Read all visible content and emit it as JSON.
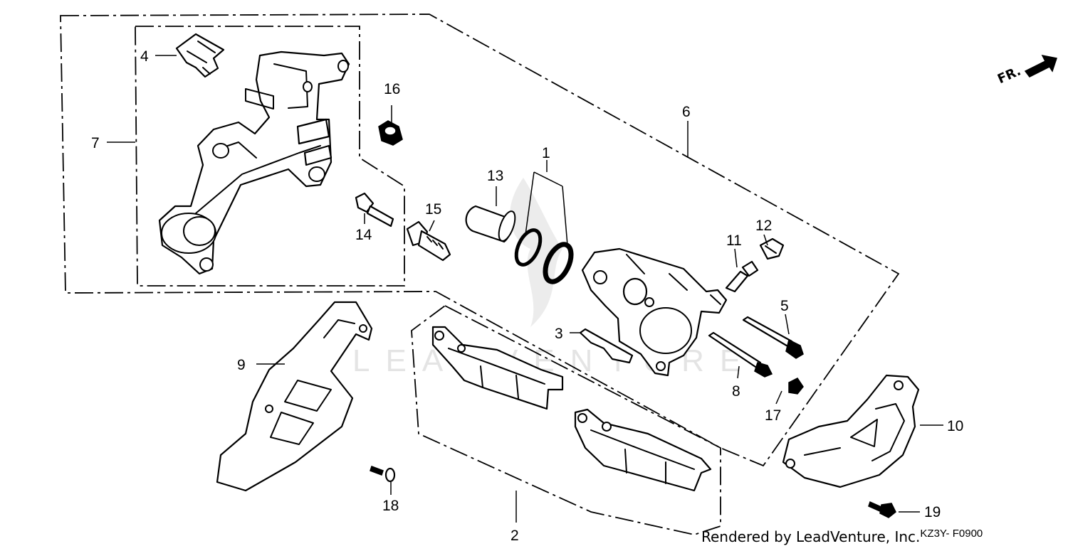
{
  "diagram": {
    "direction_label": "FR.",
    "watermark": "LEADVENTURE",
    "callouts": [
      {
        "id": "1",
        "text": "1"
      },
      {
        "id": "2",
        "text": "2"
      },
      {
        "id": "3",
        "text": "3"
      },
      {
        "id": "4",
        "text": "4"
      },
      {
        "id": "5",
        "text": "5"
      },
      {
        "id": "6",
        "text": "6"
      },
      {
        "id": "7",
        "text": "7"
      },
      {
        "id": "8",
        "text": "8"
      },
      {
        "id": "9",
        "text": "9"
      },
      {
        "id": "10",
        "text": "10"
      },
      {
        "id": "11",
        "text": "11"
      },
      {
        "id": "12",
        "text": "12"
      },
      {
        "id": "13",
        "text": "13"
      },
      {
        "id": "14",
        "text": "14"
      },
      {
        "id": "15",
        "text": "15"
      },
      {
        "id": "16",
        "text": "16"
      },
      {
        "id": "17",
        "text": "17"
      },
      {
        "id": "18",
        "text": "18"
      },
      {
        "id": "19",
        "text": "19"
      }
    ]
  },
  "footer": {
    "rendered_by": "Rendered by LeadVenture, Inc.",
    "diagram_code": "KZ3Y- F0900"
  }
}
